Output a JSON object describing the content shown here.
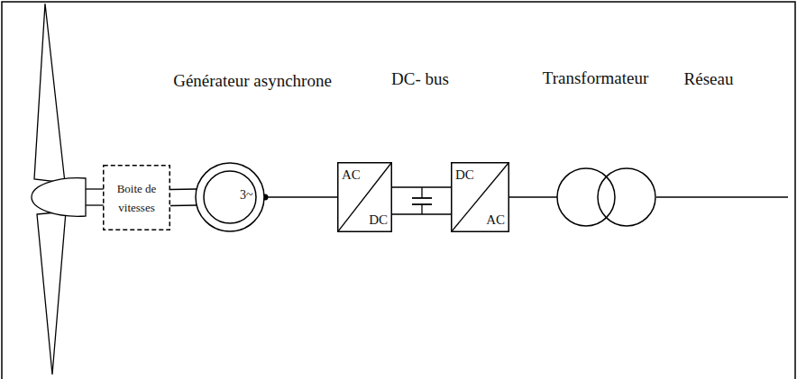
{
  "diagram": {
    "nodes": [
      {
        "text": [
          "Boite de vitesses"
        ]
      },
      {
        "text": [
          "Générateur asynchrone",
          "3~"
        ]
      },
      {
        "text": [
          "AC",
          "DC"
        ]
      },
      {
        "text": [
          "DC",
          "AC"
        ]
      },
      {
        "text": [
          "Transformateur"
        ]
      }
    ],
    "edges": [
      {
        "from": 0,
        "to": 1,
        "arrow": "none"
      },
      {
        "from": 1,
        "to": 2,
        "arrow": "none"
      },
      {
        "from": 2,
        "to": 3,
        "arrow": "none"
      },
      {
        "from": 3,
        "to": 4,
        "arrow": "none"
      }
    ],
    "labels": [
      "DC- bus",
      "Réseau"
    ]
  }
}
